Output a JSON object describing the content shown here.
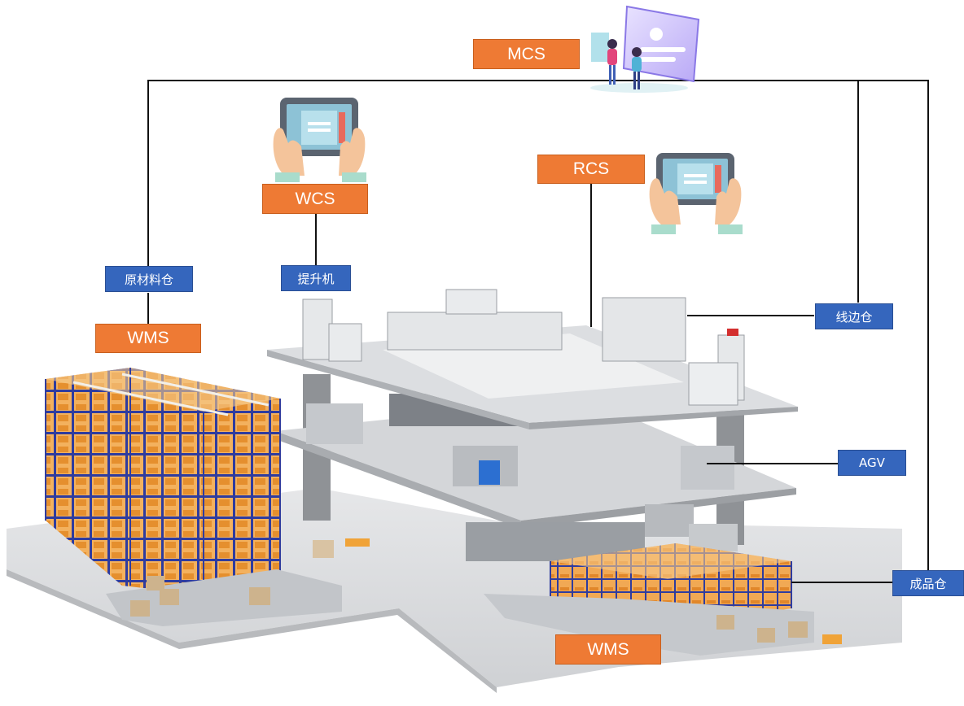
{
  "labels": {
    "mcs": "MCS",
    "wcs": "WCS",
    "rcs": "RCS",
    "wms_top": "WMS",
    "wms_bottom": "WMS",
    "raw_material": "原材料仓",
    "hoist": "提升机",
    "line_side": "线边仓",
    "agv": "AGV",
    "finished_goods": "成品仓"
  },
  "colors": {
    "orange": "#ee7a34",
    "blue": "#3566bd",
    "line": "#111111",
    "floor": "#d7d9dc",
    "rack_orange": "#f0a34a",
    "rack_blue": "#2f3c9e"
  },
  "icons": [
    "people-dashboard-icon",
    "tablet-hands-icon"
  ]
}
